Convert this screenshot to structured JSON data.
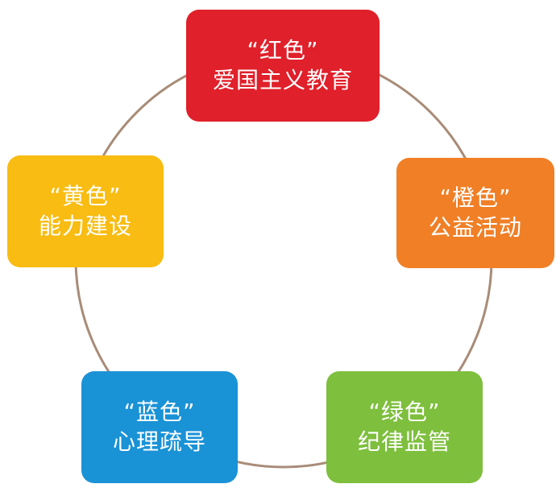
{
  "diagram": {
    "ring_color": "#a88c78",
    "nodes": [
      {
        "id": "red",
        "line1": "“红色”",
        "line2": "爱国主义教育",
        "color": "#e0202a"
      },
      {
        "id": "orange",
        "line1": "“橙色”",
        "line2": "公益活动",
        "color": "#f07f26"
      },
      {
        "id": "green",
        "line1": "“绿色”",
        "line2": "纪律监管",
        "color": "#7ebf3d"
      },
      {
        "id": "blue",
        "line1": "“蓝色”",
        "line2": "心理疏导",
        "color": "#1a92d6"
      },
      {
        "id": "yellow",
        "line1": "“黄色”",
        "line2": "能力建设",
        "color": "#f8bc12"
      }
    ]
  }
}
